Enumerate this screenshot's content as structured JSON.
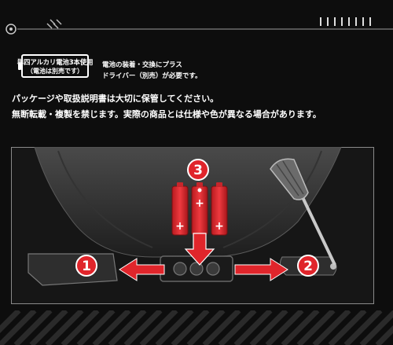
{
  "header": {
    "battery_line1": "単四アルカリ電池3本使用",
    "battery_line2": "（電池は別売です）",
    "driver_line1": "電池の装着・交換にプラス",
    "driver_line2": "ドライバー（別売）が必要です。"
  },
  "notice": {
    "line1": "パッケージや取扱説明書は大切に保管してください。",
    "line2": "無断転載・複製を禁じます。実際の商品とは仕様や色が異なる場合があります。"
  },
  "diagram": {
    "step1": "1",
    "step2": "2",
    "step3": "3",
    "plus": "+"
  },
  "colors": {
    "background": "#0d0d0d",
    "accent_red": "#e0252b",
    "panel": "#2b2b2b"
  }
}
